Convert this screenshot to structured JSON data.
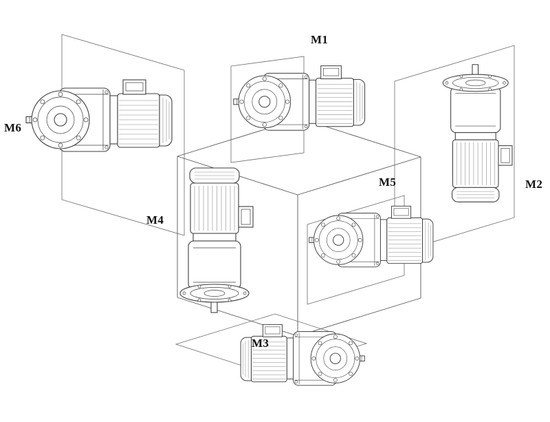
{
  "figure": {
    "labels": {
      "m1": "M1",
      "m2": "M2",
      "m3": "M3",
      "m4": "M4",
      "m5": "M5",
      "m6": "M6"
    }
  }
}
